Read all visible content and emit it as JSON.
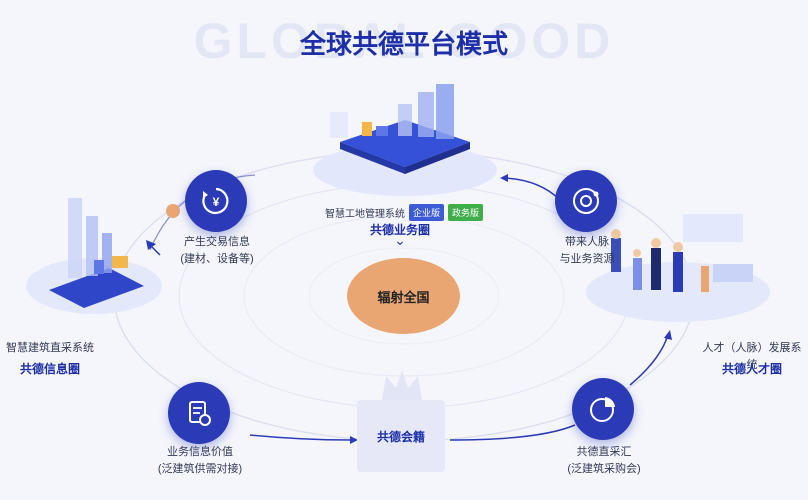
{
  "header": {
    "bg_word": "GLOBAL GOOD",
    "title": "全球共德平台模式"
  },
  "center": {
    "label": "辐射全国"
  },
  "top_node": {
    "system": "智慧工地管理系统",
    "tag_enterprise": "企业版",
    "tag_government": "政务版",
    "circle": "共德业务圈",
    "chevron": "⌄"
  },
  "left_node": {
    "system": "智慧建筑直采系统",
    "circle": "共德信息圈"
  },
  "right_node": {
    "system": "人才（人脉）发展系统",
    "circle": "共德人才圈"
  },
  "bottom_node": {
    "label": "共德会籍"
  },
  "features": {
    "top_left": {
      "line1": "产生交易信息",
      "line2": "(建材、设备等)",
      "icon": "yen-cycle-icon"
    },
    "top_right": {
      "line1": "带来人脉",
      "line2": "与业务资源",
      "icon": "orbit-icon"
    },
    "bottom_left": {
      "line1": "业务信息价值",
      "line2": "(泛建筑供需对接)",
      "icon": "document-gear-icon"
    },
    "bottom_right": {
      "line1": "共德直采汇",
      "line2": "(泛建筑采购会)",
      "icon": "pie-chart-icon"
    }
  },
  "colors": {
    "primary": "#2b3bb8",
    "accent": "#e9a673",
    "tag_blue": "#3d5ad6",
    "tag_green": "#3fae4a"
  }
}
